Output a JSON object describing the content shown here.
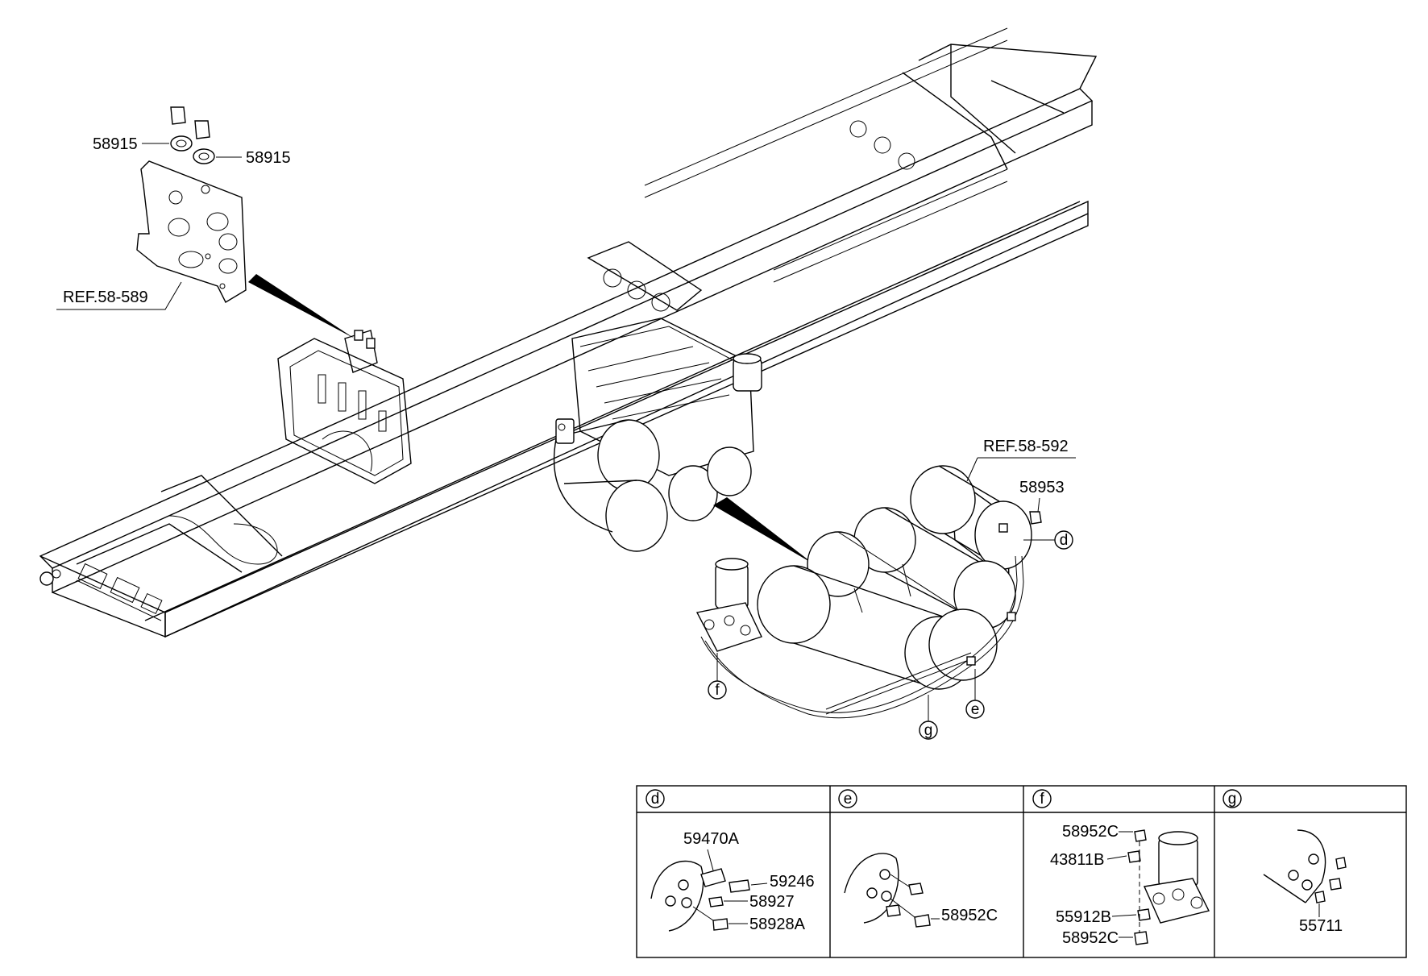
{
  "labels": {
    "bolt_left": "58915",
    "bolt_right": "58915",
    "ref_589": "REF.58-589",
    "ref_592": "REF.58-592",
    "p58953": "58953"
  },
  "callouts": {
    "d": "d",
    "e": "e",
    "f": "f",
    "g": "g"
  },
  "table": {
    "headers": [
      "d",
      "e",
      "f",
      "g"
    ],
    "d_parts": [
      "59470A",
      "59246",
      "58927",
      "58928A"
    ],
    "e_parts": [
      "58952C"
    ],
    "f_parts": [
      "58952C",
      "43811B",
      "55912B",
      "58952C"
    ],
    "g_parts": [
      "55711"
    ]
  }
}
